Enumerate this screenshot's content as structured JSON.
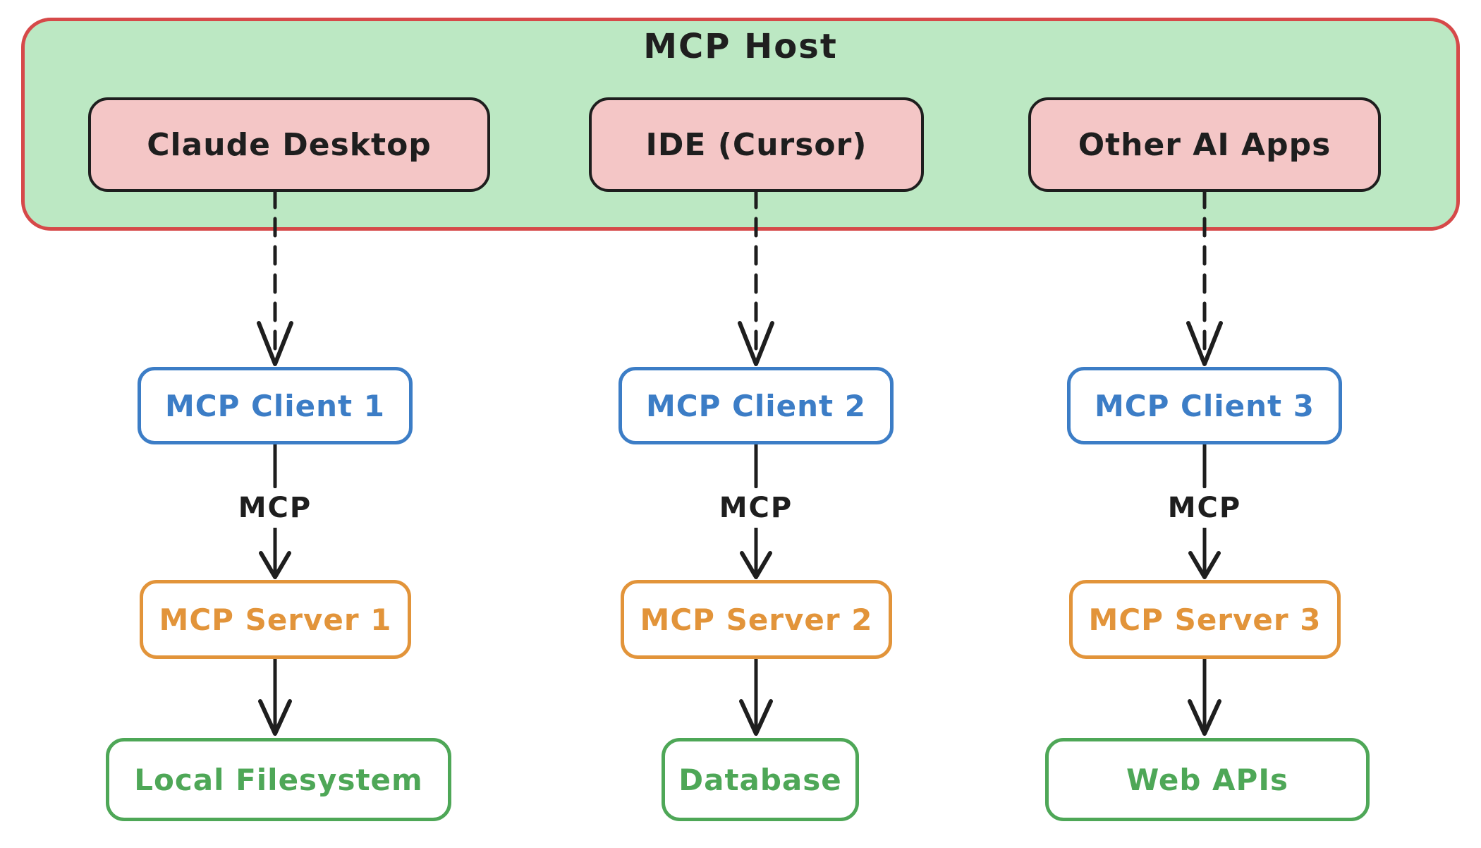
{
  "diagram": {
    "type": "architecture-diagram",
    "host": {
      "title": "MCP Host"
    },
    "columns": [
      {
        "app": "Claude Desktop",
        "client": "MCP Client 1",
        "protocol": "MCP",
        "server": "MCP Server 1",
        "resource": "Local Filesystem"
      },
      {
        "app": "IDE (Cursor)",
        "client": "MCP Client 2",
        "protocol": "MCP",
        "server": "MCP Server 2",
        "resource": "Database"
      },
      {
        "app": "Other AI Apps",
        "client": "MCP Client 3",
        "protocol": "MCP",
        "server": "MCP Server 3",
        "resource": "Web APIs"
      }
    ],
    "edges": [
      {
        "from": "Claude Desktop",
        "to": "MCP Client 1",
        "style": "dashed"
      },
      {
        "from": "IDE (Cursor)",
        "to": "MCP Client 2",
        "style": "dashed"
      },
      {
        "from": "Other AI Apps",
        "to": "MCP Client 3",
        "style": "dashed"
      },
      {
        "from": "MCP Client 1",
        "to": "MCP Server 1",
        "style": "solid",
        "label": "MCP"
      },
      {
        "from": "MCP Client 2",
        "to": "MCP Server 2",
        "style": "solid",
        "label": "MCP"
      },
      {
        "from": "MCP Client 3",
        "to": "MCP Server 3",
        "style": "solid",
        "label": "MCP"
      },
      {
        "from": "MCP Server 1",
        "to": "Local Filesystem",
        "style": "solid"
      },
      {
        "from": "MCP Server 2",
        "to": "Database",
        "style": "solid"
      },
      {
        "from": "MCP Server 3",
        "to": "Web APIs",
        "style": "solid"
      }
    ],
    "colors": {
      "host_fill": "#bce8c3",
      "host_border": "#d64949",
      "app_fill": "#f4c6c6",
      "app_border": "#1e1e1e",
      "client": "#3c7dc6",
      "server": "#e2943a",
      "resource": "#4ea757",
      "arrow": "#1e1e1e"
    }
  }
}
